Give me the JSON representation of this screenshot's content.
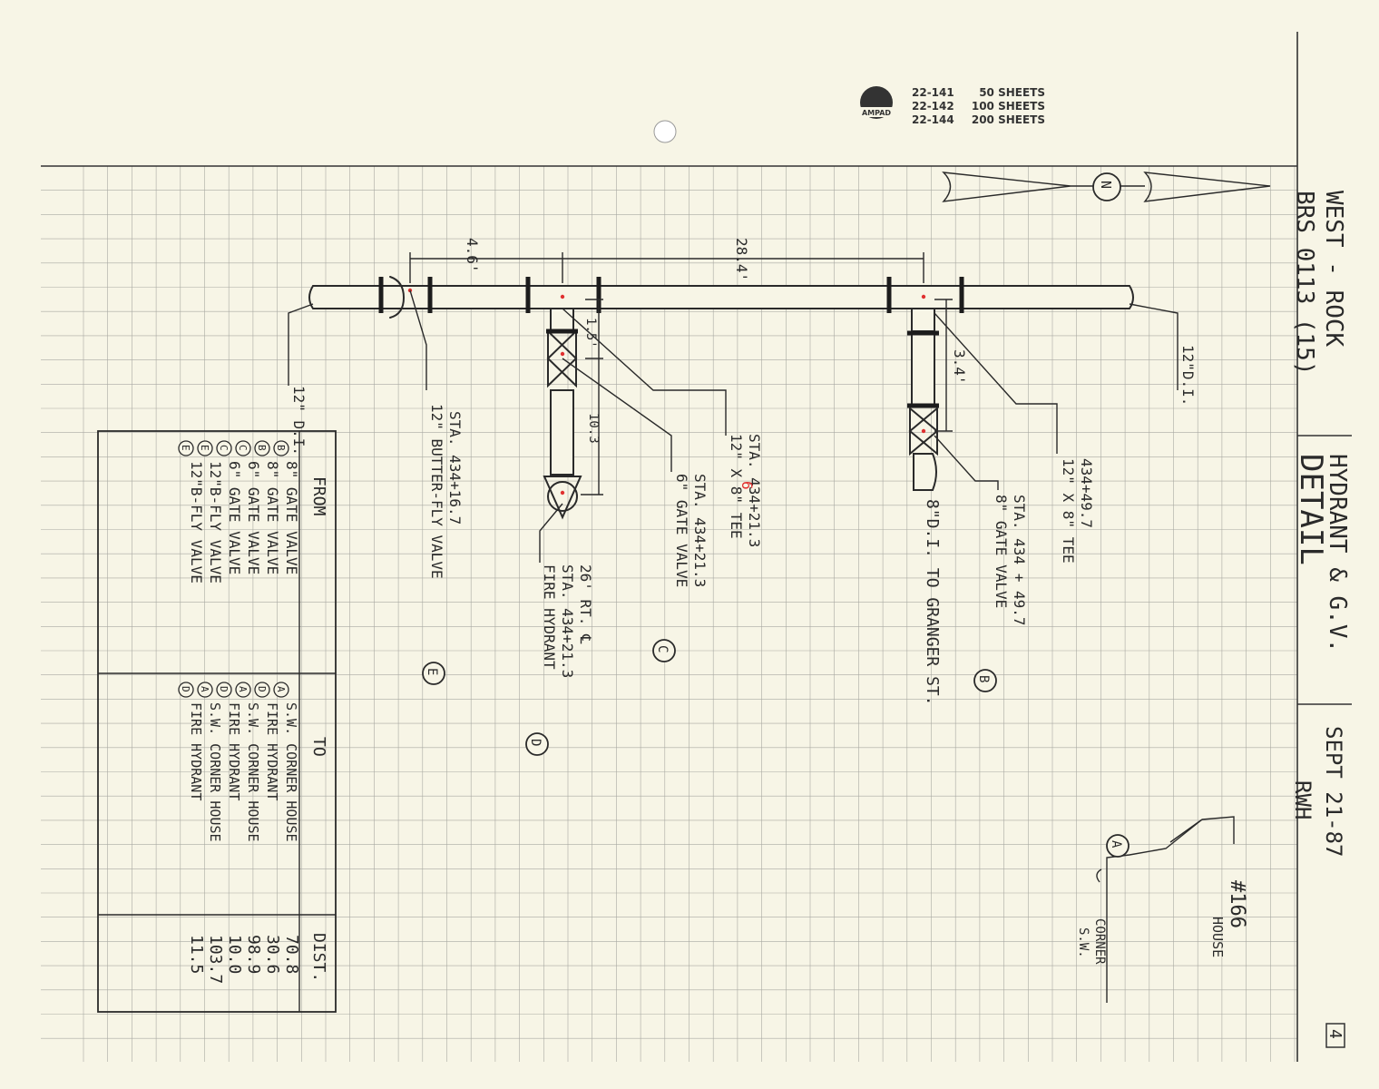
{
  "header": {
    "brand": "AMPAD",
    "products": [
      {
        "code": "22-141",
        "sheets": "50 SHEETS"
      },
      {
        "code": "22-142",
        "sheets": "100 SHEETS"
      },
      {
        "code": "22-144",
        "sheets": "200 SHEETS"
      }
    ]
  },
  "title_block": {
    "project": "WEST - ROCK",
    "job": "BRS 0113 (15)",
    "subject_line1": "HYDRANT & G.V.",
    "subject_line2": "DETAIL",
    "date": "SEPT 21-87",
    "initials": "RWH",
    "page_number": "4"
  },
  "north_arrow": {
    "label": "N"
  },
  "drawing": {
    "pipe_left_label": "12\" D.I.",
    "pipe_right_label": "12\"D.I.",
    "dims": {
      "butterfly_to_tee_c": "4.6'",
      "tee_c_to_tee_b": "28.4'",
      "tee_b_to_valve": "3.4'",
      "tee_c_to_valve": "1.5'",
      "valve_to_hydrant": "10.3"
    },
    "label_e": [
      "12\" BUTTER-FLY VALVE",
      "STA. 434+16.7"
    ],
    "label_tee_c": [
      "12\" X 8\" TEE",
      "STA. 434+21.3"
    ],
    "tee_correction": "6",
    "label_c": [
      "6\" GATE VALVE",
      "STA. 434+21.3"
    ],
    "label_d": [
      "FIRE HYDRANT",
      "STA. 434+21.3",
      "26' RT. ℄"
    ],
    "label_tee_b": [
      "12\" X 8\" TEE",
      "434+49.7"
    ],
    "label_b": [
      "8\" GATE VALVE",
      "STA. 434 + 49.7"
    ],
    "label_di": "8\"D.I. TO GRANGER ST.",
    "markers": {
      "a": "A",
      "b": "B",
      "c": "C",
      "d": "D",
      "e": "E"
    },
    "house_label": [
      "HOUSE",
      "#166"
    ],
    "corner_label": [
      "S.W.",
      "CORNER"
    ]
  },
  "table": {
    "headers": {
      "from": "FROM",
      "to": "TO",
      "dist": "DIST."
    },
    "rows": [
      {
        "from_marker": "B",
        "from": "8\" GATE VALVE",
        "to_marker": "A",
        "to": "S.W. CORNER HOUSE",
        "dist": "70.8"
      },
      {
        "from_marker": "B",
        "from": "8\" GATE VALVE",
        "to_marker": "D",
        "to": "FIRE HYDRANT",
        "dist": "30.6"
      },
      {
        "from_marker": "C",
        "from": "6\" GATE VALVE",
        "to_marker": "A",
        "to": "S.W. CORNER HOUSE",
        "dist": "98.9"
      },
      {
        "from_marker": "C",
        "from": "6\" GATE VALVE",
        "to_marker": "D",
        "to": "FIRE HYDRANT",
        "dist": "10.0"
      },
      {
        "from_marker": "E",
        "from": "12\"B-FLY VALVE",
        "to_marker": "A",
        "to": "S.W. CORNER HOUSE",
        "dist": "103.7"
      },
      {
        "from_marker": "E",
        "from": "12\"B-FLY VALVE",
        "to_marker": "D",
        "to": "FIRE HYDRANT",
        "dist": "11.5"
      }
    ]
  }
}
